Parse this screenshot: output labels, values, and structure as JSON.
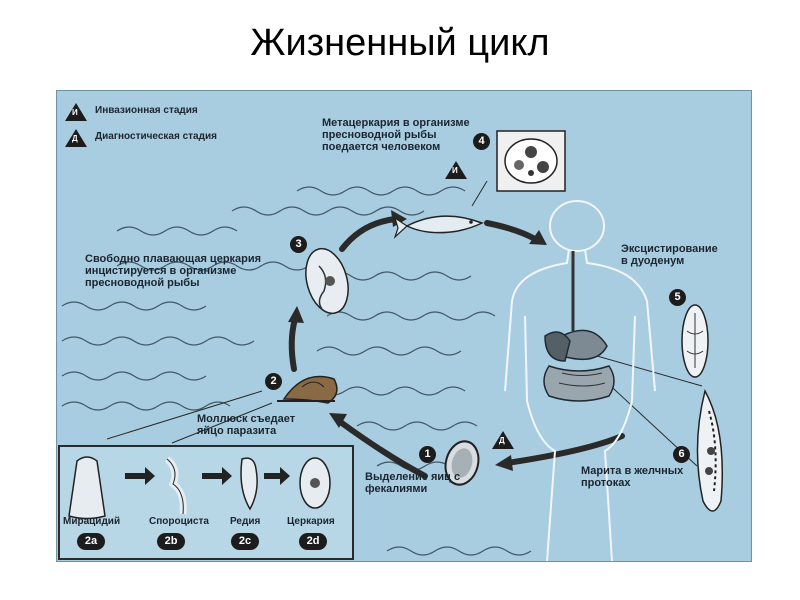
{
  "title": "Жизненный цикл",
  "legend": {
    "infective_stage": "Инвазионная стадия",
    "diagnostic_stage": "Диагностическая стадия",
    "infective_symbol": "И",
    "diagnostic_symbol": "Д"
  },
  "steps": [
    {
      "number": "1",
      "text": "Выделение яиц с\nфекалиями"
    },
    {
      "number": "2",
      "text": "Моллюск съедает\nяйцо паразита"
    },
    {
      "number": "3",
      "text": "Свободно плавающая церкария\nинцистируется в организме\nпресноводной рыбы"
    },
    {
      "number": "4",
      "text": "Метацеркария в организме\nпресноводной рыбы\nпоедается человеком"
    },
    {
      "number": "5",
      "text": "Эксцистирование\nв дуоденум"
    },
    {
      "number": "6",
      "text": "Марита в желчных\nпротоках"
    }
  ],
  "substages": [
    {
      "number": "2a",
      "label": "Мирацидий"
    },
    {
      "number": "2b",
      "label": "Спороциста"
    },
    {
      "number": "2c",
      "label": "Редия"
    },
    {
      "number": "2d",
      "label": "Церкария"
    }
  ],
  "colors": {
    "water": "#a9cde0",
    "wave": "#1f3240",
    "arrow": "#2a2a2a",
    "outline": "#f2f6f8"
  }
}
